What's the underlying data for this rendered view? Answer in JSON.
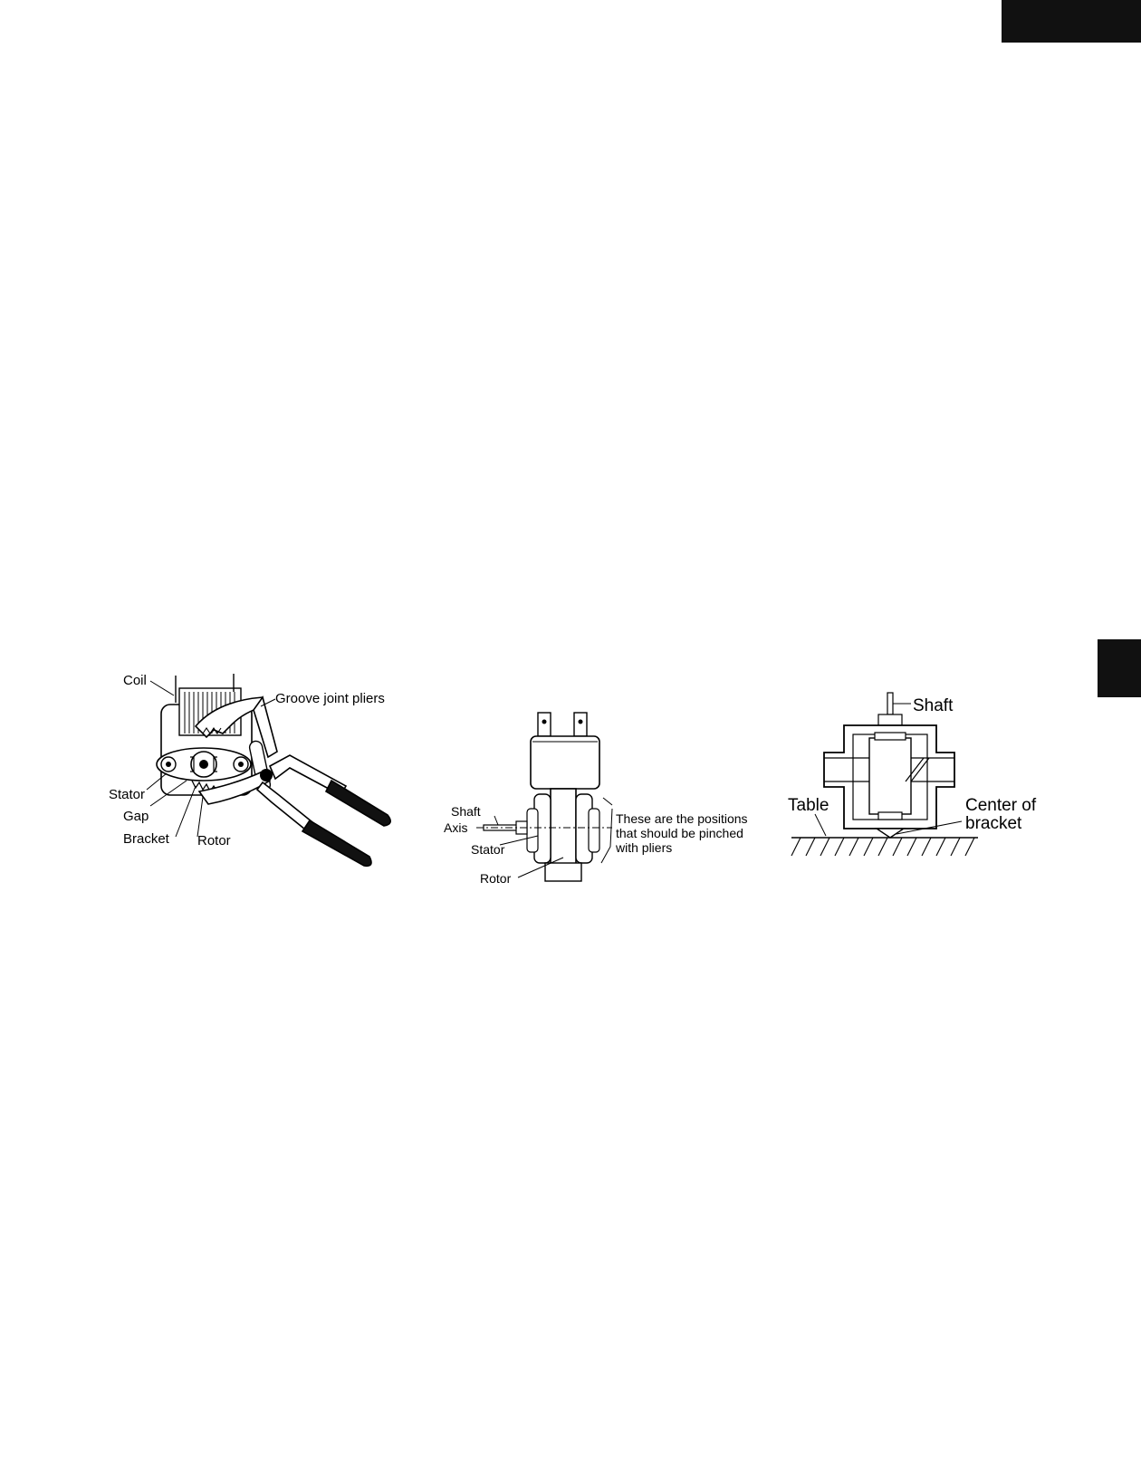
{
  "figure1": {
    "labels": {
      "coil": "Coil",
      "pliers": "Groove joint pliers",
      "stator": "Stator",
      "gap": "Gap",
      "bracket": "Bracket",
      "rotor": "Rotor"
    }
  },
  "figure2": {
    "labels": {
      "shaft": "Shaft",
      "axis": "Axis",
      "stator": "Stator",
      "rotor": "Rotor",
      "note_line1": "These are the positions",
      "note_line2": "that should be pinched",
      "note_line3": "with pliers"
    }
  },
  "figure3": {
    "labels": {
      "shaft": "Shaft",
      "table": "Table",
      "center_line1": "Center of",
      "center_line2": "bracket"
    }
  }
}
